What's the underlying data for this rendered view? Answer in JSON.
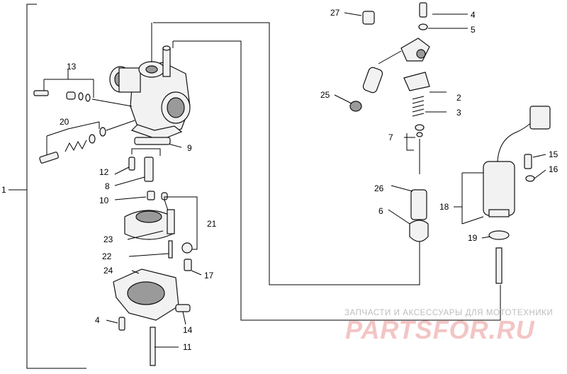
{
  "labels": {
    "l1": "1",
    "l2": "2",
    "l3": "3",
    "l4a": "4",
    "l4b": "4",
    "l5": "5",
    "l6": "6",
    "l7": "7",
    "l8": "8",
    "l9": "9",
    "l10": "10",
    "l11": "11",
    "l12": "12",
    "l13": "13",
    "l14": "14",
    "l15": "15",
    "l16": "16",
    "l17": "17",
    "l18": "18",
    "l19": "19",
    "l20": "20",
    "l21": "21",
    "l22": "22",
    "l23": "23",
    "l24": "24",
    "l25": "25",
    "l26": "26",
    "l27": "27"
  },
  "watermark": {
    "tagline": "ЗАПЧАСТИ И АКСЕССУАРЫ ДЛЯ МОТОТЕХНИКИ",
    "logo": "PARTSFOR.RU"
  }
}
